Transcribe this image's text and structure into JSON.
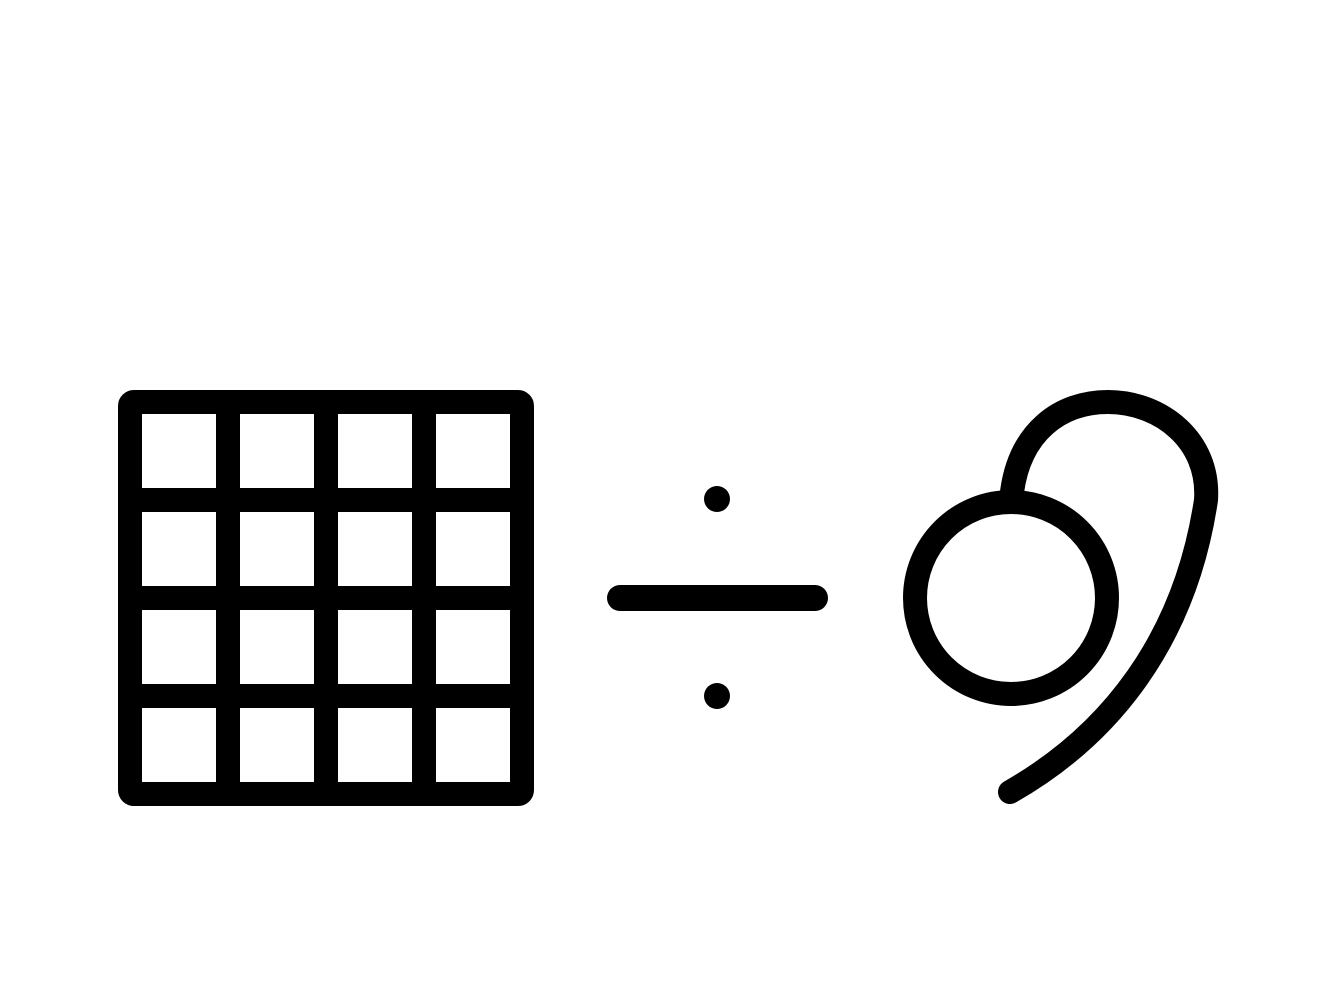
{
  "diagram": {
    "kind": "symbolic-expression",
    "operator": "÷",
    "operands": [
      {
        "icon": "grid-icon",
        "rows": 4,
        "cols": 4
      },
      {
        "icon": "circle-with-curved-tail-icon"
      }
    ]
  },
  "style": {
    "ink_color": "#000000",
    "background_color": "#ffffff"
  }
}
